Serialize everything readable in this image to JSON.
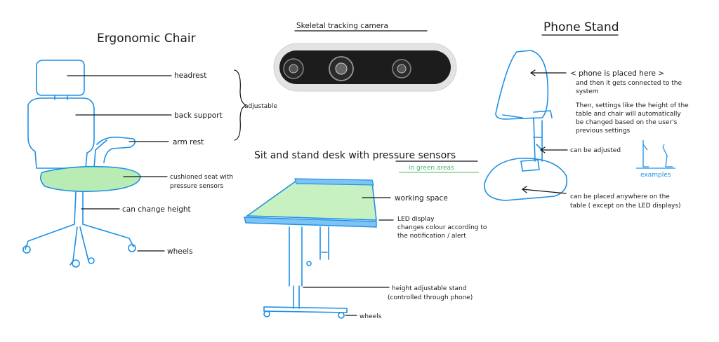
{
  "chair": {
    "title": "Ergonomic Chair",
    "headrest": "headrest",
    "back_support": "back support",
    "arm_rest": "arm rest",
    "adjustable": "adjustable",
    "seat_line1": "cushioned seat with",
    "seat_line2": "pressure sensors",
    "height": "can change height",
    "wheels": "wheels"
  },
  "camera": {
    "title": "Skeletal tracking camera"
  },
  "desk": {
    "title_prefix": "Sit and stand desk with ",
    "title_emph": "pressure sensors",
    "green_note": "in green areas",
    "working_space": "working space",
    "led_line1": "LED display",
    "led_line2": "changes colour according to",
    "led_line3": "the notification / alert",
    "stand_line1": "height adjustable stand",
    "stand_line2": "(controlled through phone)",
    "wheels": "wheels"
  },
  "phone": {
    "title": "Phone Stand",
    "placed_line1": "< phone is placed here >",
    "placed_line2": "and then it gets connected to the",
    "placed_line3": "system",
    "settings_line1": "Then, settings like the height of the",
    "settings_line2": "table and chair will automatically",
    "settings_line3": "be changed based on the user's",
    "settings_line4": "previous settings",
    "adjusted": "can be adjusted",
    "examples": "examples",
    "anywhere_line1": "can be placed anywhere on the",
    "anywhere_line2": "table ( except on the LED displays)"
  },
  "colors": {
    "sketch_blue": "#1e90e6",
    "seat_green": "#b9ecb4",
    "camera_body": "#1c1c1c"
  }
}
